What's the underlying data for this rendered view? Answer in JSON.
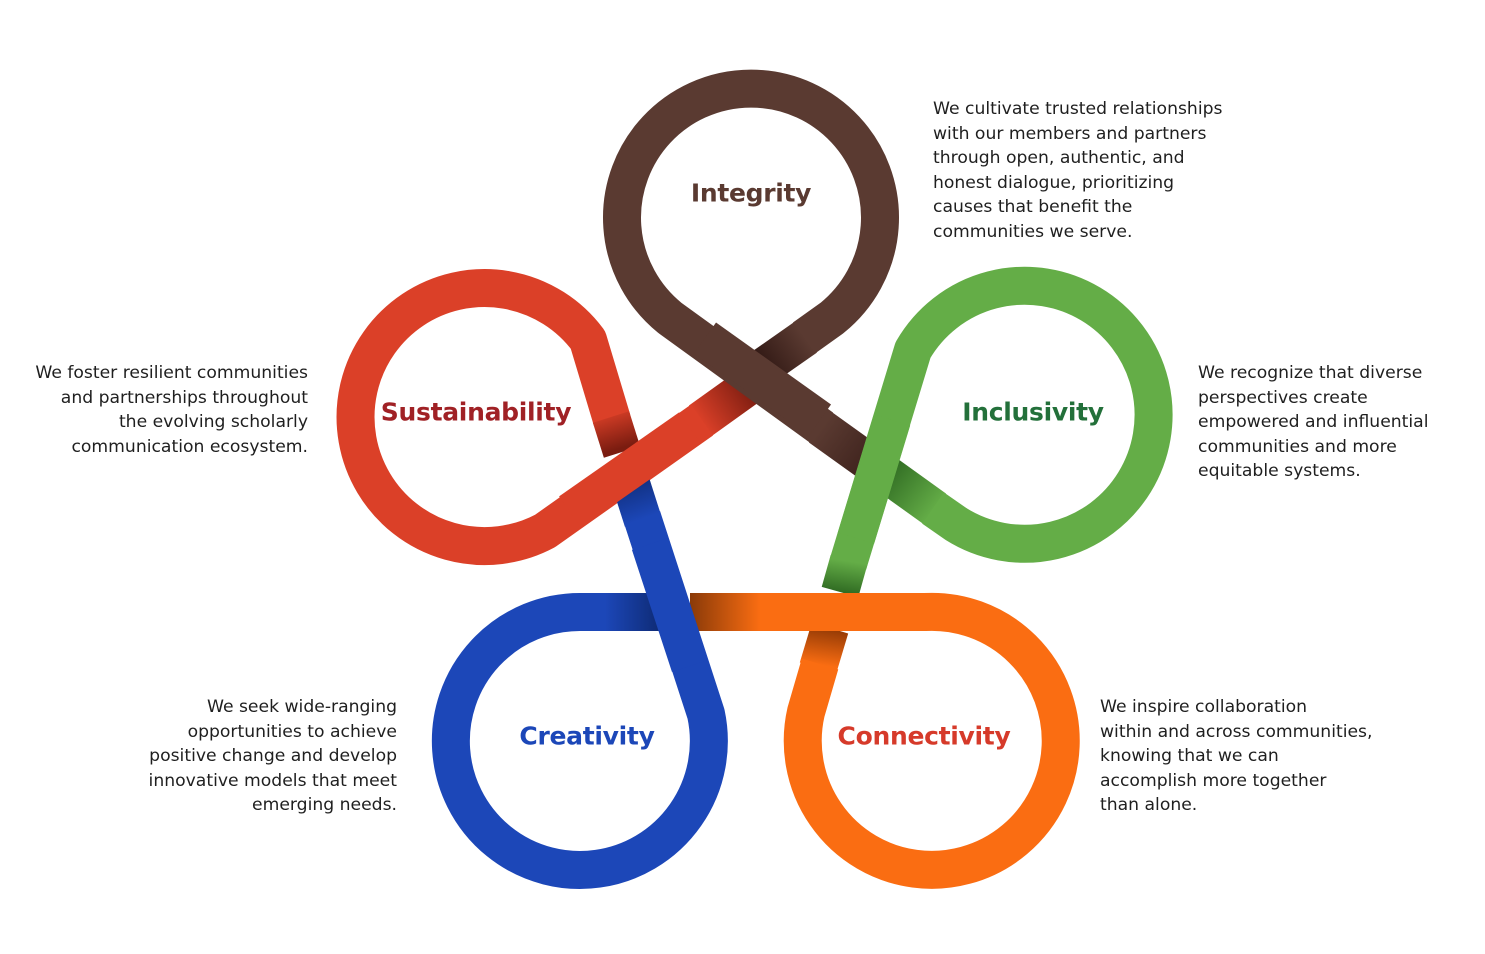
{
  "diagram": {
    "type": "interwoven-loop-knot",
    "values": [
      {
        "id": "integrity",
        "label": "Integrity",
        "ribbon_color": "#5a3a31",
        "label_color": "#5a3a31",
        "description_lines": [
          "We cultivate trusted relationships",
          "with our members and partners",
          "through open, authentic, and",
          "honest dialogue, prioritizing",
          "causes that benefit the",
          "communities we serve."
        ]
      },
      {
        "id": "inclusivity",
        "label": "Inclusivity",
        "ribbon_color": "#64ad47",
        "label_color": "#23703a",
        "description_lines": [
          "We recognize that diverse",
          "perspectives create",
          "empowered and influential",
          "communities and more",
          "equitable systems."
        ]
      },
      {
        "id": "connectivity",
        "label": "Connectivity",
        "ribbon_color": "#fa6d12",
        "label_color": "#d63a2a",
        "description_lines": [
          "We inspire collaboration",
          "within and across communities,",
          "knowing that we can",
          "accomplish more together",
          "than alone."
        ]
      },
      {
        "id": "creativity",
        "label": "Creativity",
        "ribbon_color": "#1c47b8",
        "label_color": "#1c47b8",
        "description_lines": [
          "We seek wide-ranging",
          "opportunities to achieve",
          "positive change and develop",
          "innovative models that meet",
          "emerging needs."
        ]
      },
      {
        "id": "sustainability",
        "label": "Sustainability",
        "ribbon_color": "#db4028",
        "label_color": "#a02125",
        "description_lines": [
          "We foster resilient communities",
          "and partnerships throughout",
          "the evolving scholarly",
          "communication ecosystem."
        ]
      }
    ]
  }
}
